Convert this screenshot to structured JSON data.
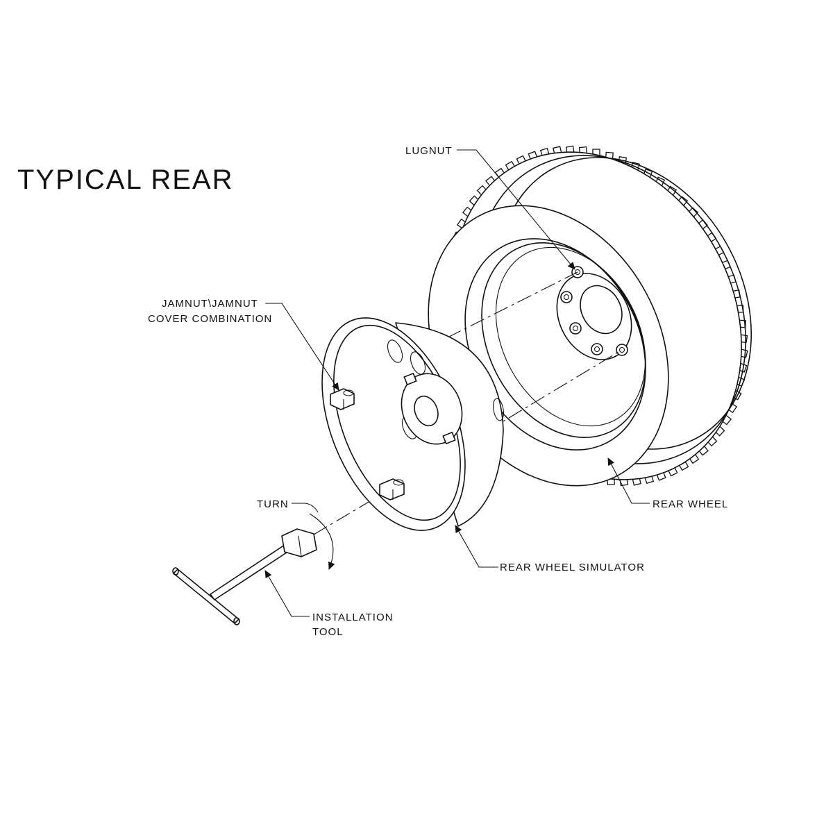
{
  "title": "TYPICAL REAR",
  "labels": {
    "lugnut": "LUGNUT",
    "jamnut_line1": "JAMNUT\\JAMNUT",
    "jamnut_line2": "COVER COMBINATION",
    "turn": "TURN",
    "rear_wheel": "REAR WHEEL",
    "rear_wheel_simulator": "REAR WHEEL SIMULATOR",
    "installation_line1": "INSTALLATION",
    "installation_line2": "TOOL"
  }
}
